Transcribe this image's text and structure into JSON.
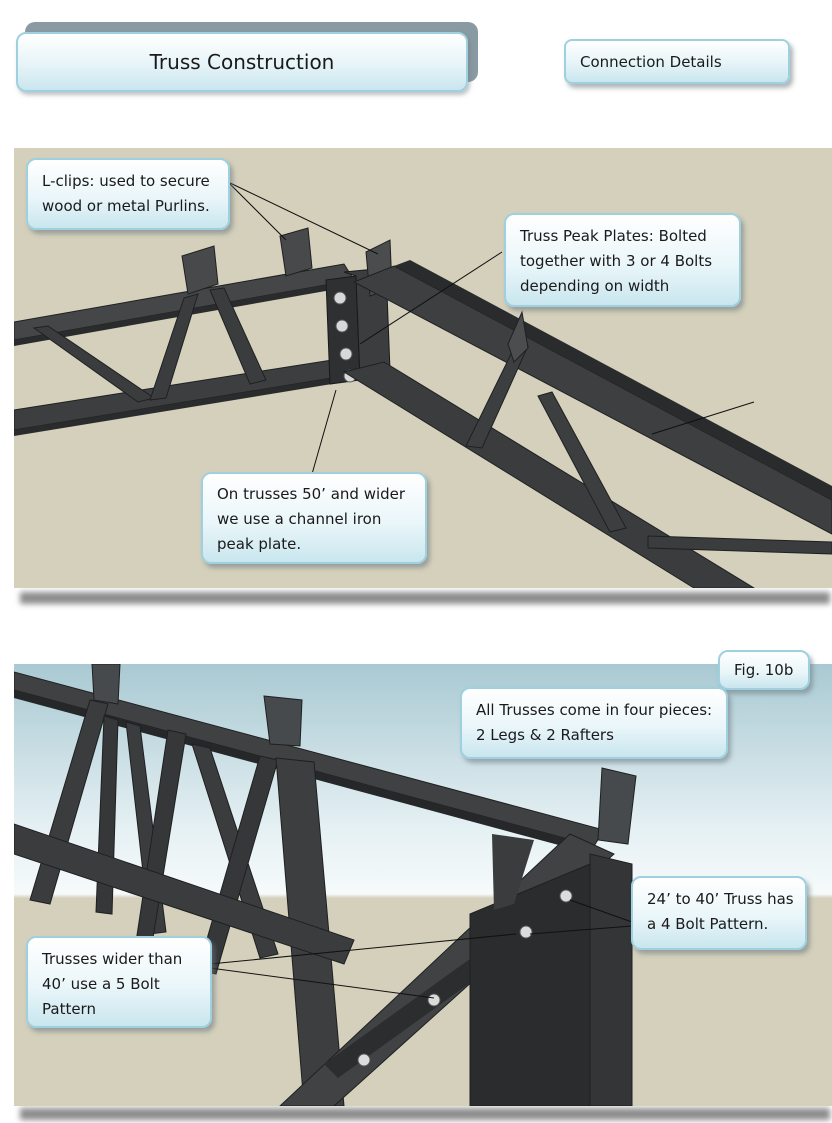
{
  "header": {
    "title": "Truss Construction",
    "subtitle": "Connection Details"
  },
  "figure_top": {
    "callouts": {
      "lclips": [
        "L-clips: used to secure",
        "wood or metal Purlins."
      ],
      "peak_plates": [
        "Truss Peak Plates: Bolted",
        "together with 3 or 4 Bolts",
        "depending on width"
      ],
      "channel_iron": [
        "On trusses 50’ and wider",
        "we use a channel iron",
        "peak plate."
      ]
    }
  },
  "figure_bottom": {
    "fig_label": "Fig. 10b",
    "callouts": {
      "four_pieces": [
        "All Trusses come in four pieces:",
        "2 Legs & 2 Rafters"
      ],
      "four_bolt": [
        "24’ to 40’ Truss has",
        "a 4 Bolt Pattern."
      ],
      "five_bolt": [
        "Trusses wider than",
        "40’ use a 5 Bolt",
        "Pattern"
      ]
    }
  },
  "colors": {
    "steel": "#3a3c3e",
    "steel_dark": "#232425",
    "steel_light": "#55585a",
    "ground": "#d4d0bc",
    "sky_top": "#a9c9d2",
    "callout_border": "#9fd0df"
  }
}
